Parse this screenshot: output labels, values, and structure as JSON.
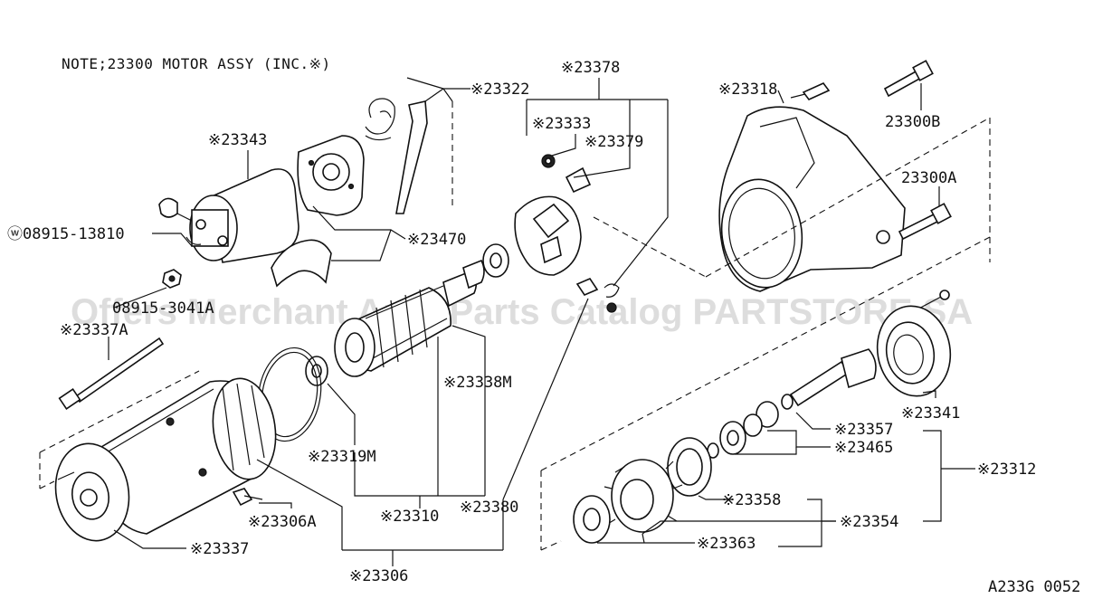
{
  "note": "NOTE;23300 MOTOR ASSY (INC.※)",
  "watermark": "Offers Merchant Auto Parts Catalog PARTSTORE.SA",
  "code": "A233G 0052",
  "labels": {
    "p23378": "※23378",
    "p23322": "※23322",
    "p23318": "※23318",
    "p23300B": "23300B",
    "p23343": "※23343",
    "p23333": "※23333",
    "p23379": "※23379",
    "p23300A": "23300A",
    "p08915": "ⓦ08915-13810",
    "p23470": "※23470",
    "p08915b": "08915-3041A",
    "p23337A": "※23337A",
    "p23338M": "※23338M",
    "p23341": "※23341",
    "p23357": "※23357",
    "p23465": "※23465",
    "p23319M": "※23319M",
    "p23312": "※23312",
    "p23358": "※23358",
    "p23310": "※23310",
    "p23380": "※23380",
    "p23306A": "※23306A",
    "p23354": "※23354",
    "p23337": "※23337",
    "p23363": "※23363",
    "p23306": "※23306"
  }
}
